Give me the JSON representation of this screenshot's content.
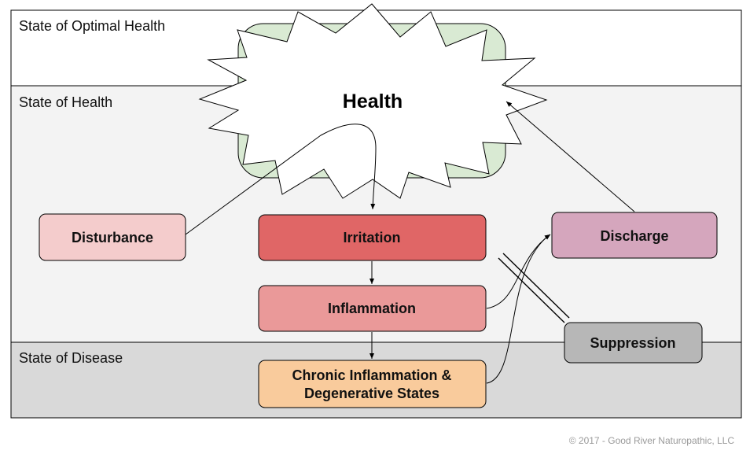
{
  "zones": {
    "optimal": "State of Optimal Health",
    "health": "State of Health",
    "disease": "State of Disease"
  },
  "center": {
    "label": "Health"
  },
  "nodes": {
    "disturbance": "Disturbance",
    "irritation": "Irritation",
    "inflammation": "Inflammation",
    "chronic_line1": "Chronic Inflammation &",
    "chronic_line2": "Degenerative States",
    "discharge": "Discharge",
    "suppression": "Suppression"
  },
  "colors": {
    "disturbance": "#f4cccc",
    "irritation": "#e06666",
    "inflammation": "#ea9999",
    "chronic": "#f9cb9c",
    "discharge": "#d5a6bd",
    "suppression": "#b7b7b7",
    "zone_health": "#f3f3f3",
    "zone_disease": "#d9d9d9",
    "halo": "#d9ead3"
  },
  "footer": {
    "copyright": "© 2017 - Good River Naturopathic, LLC"
  }
}
